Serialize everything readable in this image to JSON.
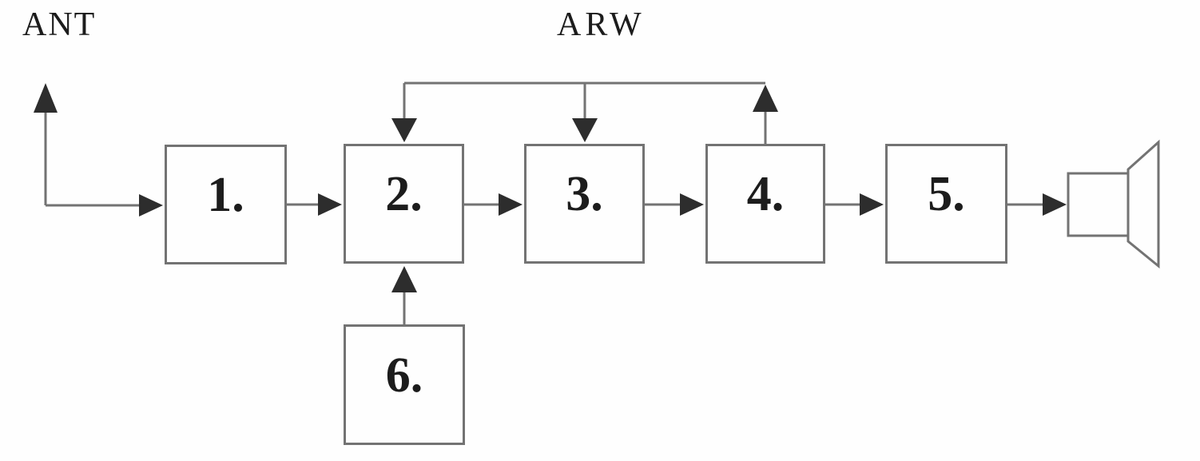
{
  "diagram": {
    "type": "block-diagram",
    "description": "Receiver signal chain block diagram with AGC (ARW) feedback",
    "labels": {
      "antenna": "ANT",
      "agc": "ARW"
    },
    "blocks": [
      {
        "id": "block-1",
        "label": "1."
      },
      {
        "id": "block-2",
        "label": "2."
      },
      {
        "id": "block-3",
        "label": "3."
      },
      {
        "id": "block-4",
        "label": "4."
      },
      {
        "id": "block-5",
        "label": "5."
      },
      {
        "id": "block-6",
        "label": "6."
      }
    ],
    "icons": {
      "antenna": "antenna-arrow-icon",
      "speaker": "speaker-icon"
    },
    "edges": [
      {
        "from": "ANT",
        "to": "block-1"
      },
      {
        "from": "block-1",
        "to": "block-2"
      },
      {
        "from": "block-2",
        "to": "block-3"
      },
      {
        "from": "block-3",
        "to": "block-4"
      },
      {
        "from": "block-4",
        "to": "block-5"
      },
      {
        "from": "block-5",
        "to": "speaker"
      },
      {
        "from": "block-4",
        "to": "ARW-feedback-line"
      },
      {
        "from": "ARW-feedback-line",
        "to": "block-2"
      },
      {
        "from": "ARW-feedback-line",
        "to": "block-3"
      },
      {
        "from": "block-6",
        "to": "block-2"
      }
    ],
    "colors": {
      "line": "#737373",
      "arrowhead": "#2d2d2d",
      "text": "#1c1c1c",
      "background": "#fefefe"
    }
  }
}
